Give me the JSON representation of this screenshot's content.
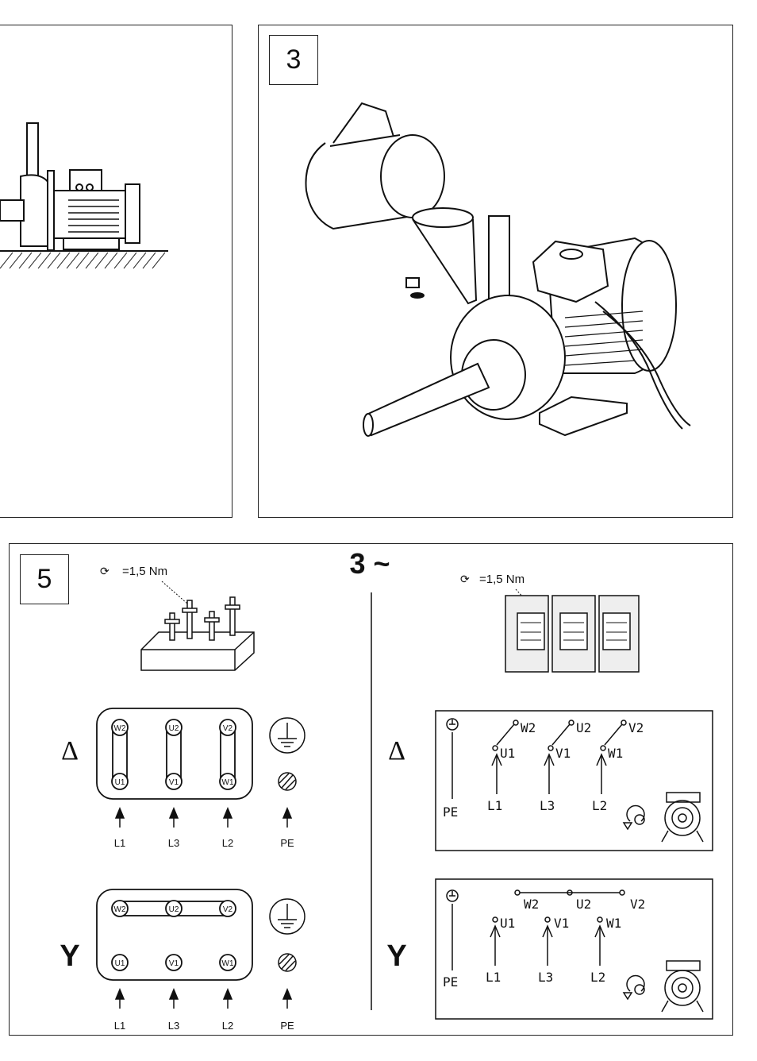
{
  "panels": {
    "step3": {
      "number": "3"
    },
    "step5": {
      "number": "5",
      "title": "3 ~"
    }
  },
  "torque": {
    "left": "=1,5 Nm",
    "right": "=1,5 Nm"
  },
  "connections": {
    "delta_symbol": "Δ",
    "star_symbol": "Y",
    "terminals_top_delta": [
      "W2",
      "U2",
      "V2"
    ],
    "terminals_bottom_delta": [
      "U1",
      "V1",
      "W1"
    ],
    "terminals_top_star": [
      "W2",
      "U2",
      "V2"
    ],
    "terminals_bottom_star": [
      "U1",
      "V1",
      "W1"
    ],
    "lines": [
      "L1",
      "L3",
      "L2",
      "PE"
    ]
  },
  "right_diagrams": {
    "delta": {
      "top": [
        "W2",
        "U2",
        "V2"
      ],
      "bottom": [
        "U1",
        "V1",
        "W1"
      ],
      "lines": [
        "L1",
        "L3",
        "L2"
      ],
      "pe": "PE"
    },
    "star": {
      "top": [
        "W2",
        "U2",
        "V2"
      ],
      "bottom": [
        "U1",
        "V1",
        "W1"
      ],
      "lines": [
        "L1",
        "L3",
        "L2"
      ],
      "pe": "PE"
    }
  }
}
